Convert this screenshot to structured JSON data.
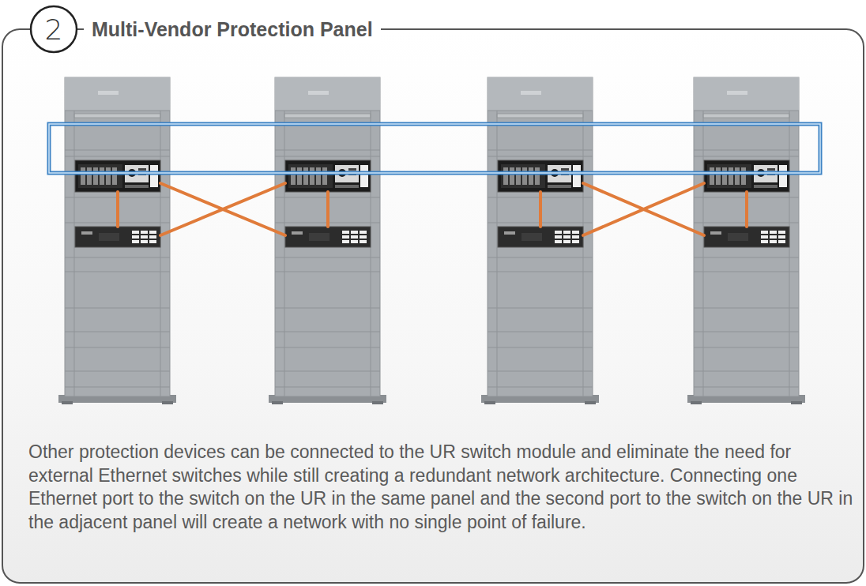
{
  "diagram": {
    "title": "Multi-Vendor Protection Panel",
    "caption": "Other protection devices can be connected to the UR switch module and eliminate the need for external Ethernet switches while still creating a redundant network architecture. Connecting one Ethernet port to the switch on the UR in the same panel and the second port to the switch on the UR in the adjacent panel will create a network with no single point of failure.",
    "nodes": [
      {
        "text": [
          "2"
        ]
      }
    ]
  }
}
